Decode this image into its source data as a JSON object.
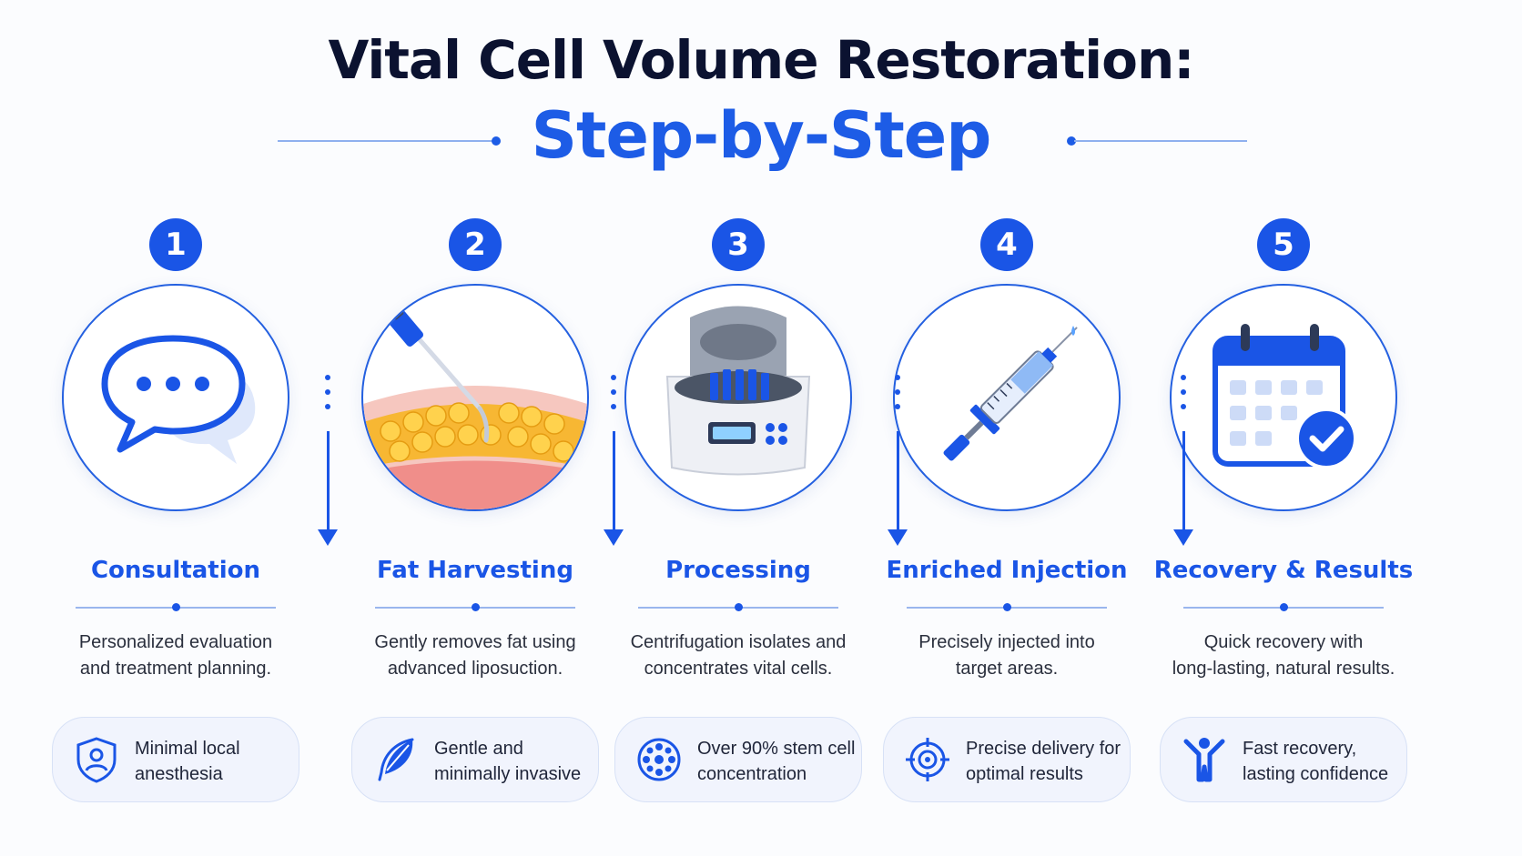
{
  "title": "Vital Cell Volume Restoration:",
  "subtitle": "Step-by-Step",
  "colors": {
    "accent": "#1a55e6",
    "heading": "#0b1230",
    "text": "#2a2f3d"
  },
  "steps": [
    {
      "number": "1",
      "title": "Consultation",
      "icon": "chat-bubble-icon",
      "desc_lines": [
        "Personalized evaluation",
        "and treatment planning."
      ],
      "benefit_icon": "shield-user-icon",
      "benefit_lines": [
        "Minimal local",
        "anesthesia"
      ]
    },
    {
      "number": "2",
      "title": "Fat Harvesting",
      "icon": "liposuction-cannula-icon",
      "desc_lines": [
        "Gently removes fat using",
        "advanced liposuction."
      ],
      "benefit_icon": "feather-icon",
      "benefit_lines": [
        "Gentle and",
        "minimally invasive"
      ]
    },
    {
      "number": "3",
      "title": "Processing",
      "icon": "centrifuge-icon",
      "desc_lines": [
        "Centrifugation isolates and",
        "concentrates vital cells."
      ],
      "benefit_icon": "cell-cluster-icon",
      "benefit_lines": [
        "Over 90% stem cell",
        "concentration"
      ]
    },
    {
      "number": "4",
      "title": "Enriched Injection",
      "icon": "syringe-icon",
      "desc_lines": [
        "Precisely injected into",
        "target areas."
      ],
      "benefit_icon": "target-icon",
      "benefit_lines": [
        "Precise delivery for",
        "optimal results"
      ]
    },
    {
      "number": "5",
      "title": "Recovery & Results",
      "icon": "calendar-check-icon",
      "desc_lines": [
        "Quick recovery with",
        "long-lasting, natural results."
      ],
      "benefit_icon": "person-joy-icon",
      "benefit_lines": [
        "Fast recovery,",
        "lasting confidence"
      ]
    }
  ]
}
